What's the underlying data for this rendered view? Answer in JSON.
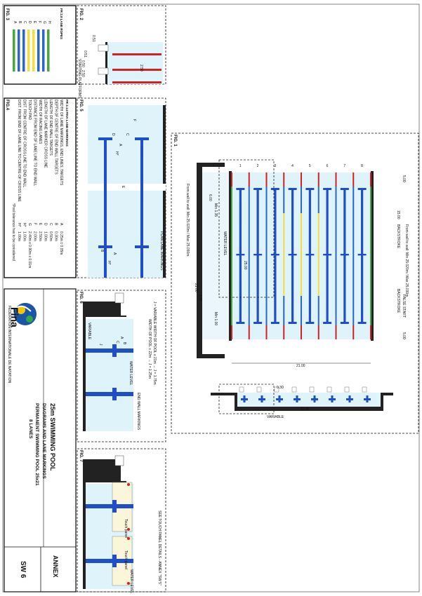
{
  "figures": {
    "fig1": "FIG. 1",
    "fig2": "FIG. 2",
    "fig3": "FIG. 3",
    "fig4": "FIG.4",
    "fig5": "FIG. 5",
    "fig6": "FIG. 6",
    "fig7": "FIG. 7"
  },
  "fig1": {
    "lane_numbers": [
      "1",
      "2",
      "3",
      "4",
      "5",
      "6",
      "7",
      "8"
    ],
    "dim_width": "21.00",
    "dim_width_bottom": "21.00",
    "dim_variable": "VARIABLE",
    "dim_030": "0.30",
    "dim_length": "25.00",
    "dim_wall_to_wall": "From wall to wall: Min 25.020m / Max 25.030m",
    "dim_wall_to_wall_2": "From wall to wall: Min 25.020m / Max 25.030m",
    "dim_600": "6.00",
    "dim_155": "1.55",
    "dim_min1": "Min 1.35",
    "dim_min1b": "Min 1.00",
    "dim_1500": "15.00",
    "dim_500a": "5.00",
    "dim_500b": "5.00",
    "dim_2100_side": "21.00",
    "backstroke": "BACKSTROKE",
    "false_start": "FALSE START",
    "backstroke2": "BACKSTROKE",
    "water_level": "WATER LEVEL"
  },
  "fig2": {
    "title": "STARTING PLATFORMS",
    "d051": "0.51",
    "d0512": "0.51",
    "d050": "0.50",
    "d250a": "2.50",
    "d250b": "2.50"
  },
  "fig3": {
    "title": "FR 2.8 LANE ROPES",
    "legend": [
      "A",
      "B",
      "C",
      "D",
      "E",
      "F",
      "G",
      "H"
    ]
  },
  "fig4": {
    "title": "FR 2.14 FINA LANE MARKINGS",
    "rows": [
      {
        "label": "WIDTH OF LANE MARKINGS, END LINES, TARGETS",
        "code": "A",
        "value": "0.25m ± 0.05m"
      },
      {
        "label": "DEPTH OF CENTRE OF END WALL TARGETS",
        "code": "B",
        "value": "0.30m"
      },
      {
        "label": "LENGTH OF END WALL TARGETS",
        "code": "C",
        "value": "0.50m"
      },
      {
        "label": "LENGTH OF LANE MARKER CROSS LINE",
        "code": "D",
        "value": "1.00m"
      },
      {
        "label": "WIDTH OF RACING LANES",
        "code": "E",
        "value": "2.50m"
      },
      {
        "label": "DISTANCE FROM END OF LANE LINE TO END WALL",
        "code": "F",
        "value": "2.00m"
      },
      {
        "label": "TOUCH PAD",
        "code": "G",
        "value": "2.40m x 0.90m x 0.01m"
      },
      {
        "label": "DIST. FROM CENTRE OF CROSS LINE TO END WALL",
        "code": "H*",
        "value": "1.00m"
      },
      {
        "label": "DIST. FROM END OF LANE LINE TO CENTRE OF CROSS LINE",
        "code": "H*",
        "value": "1.00m"
      }
    ],
    "note": "*Pool tolerance has to be considered"
  },
  "fig5": {
    "caption": "PLAN LANE MARKINGS",
    "letters": [
      "A",
      "D",
      "C",
      "F",
      "H*",
      "E",
      "A",
      "B",
      "H*"
    ]
  },
  "fig6": {
    "caption": "END WALL MARKINGS",
    "water_level": "WATER LEVEL",
    "variable": "VARIABLE",
    "j_note": "J = VARIABLE    WIDTH OF POOL ≤ 21m   → J = 1.75m",
    "j_note2": "WIDTH OF POOL ≥ 22m   → J = 1.25m",
    "letters": [
      "A",
      "B",
      "C",
      "J"
    ]
  },
  "fig7": {
    "caption": "SEE TOUCH PANEL DETAILS - ANNEX \"SW 5\"",
    "touch_panel": "Touch panel",
    "touch_panel2": "Touch panel",
    "water_level": "WATER LEVEL"
  },
  "title_block": {
    "logo_text": "Fina",
    "logo_sub": "FÉDÉRATION INTERNATIONALE DE NATATION",
    "line1": "25m SWIMMING POOL",
    "line2": "DIAGRAMS AND LANE MARKINGS",
    "line3": "PERMANENT SWIMMING POOL 25x21",
    "line4": "8 LANES",
    "annex": "ANNEX",
    "code": "SW 6"
  },
  "colors": {
    "water": "#dff3fb",
    "marking": "#1f4fc8",
    "rope_red": "#d62020",
    "rope_yellow": "#f2df3a",
    "rope_green": "#4aa63c",
    "rope_blue": "#2a67c9",
    "fina_blue": "#1a55a8"
  }
}
